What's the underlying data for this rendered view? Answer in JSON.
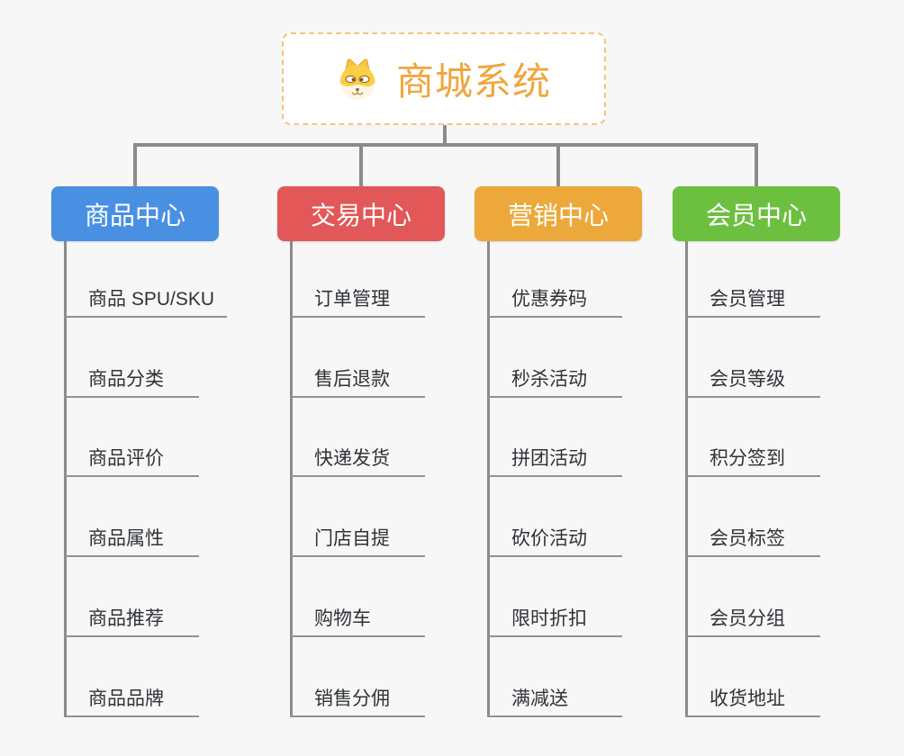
{
  "root": {
    "title": "商城系统",
    "icon": "shiba-dog-icon"
  },
  "branches": [
    {
      "label": "商品中心",
      "color": "#4a90e2",
      "items": [
        "商品 SPU/SKU",
        "商品分类",
        "商品评价",
        "商品属性",
        "商品推荐",
        "商品品牌"
      ]
    },
    {
      "label": "交易中心",
      "color": "#e25757",
      "items": [
        "订单管理",
        "售后退款",
        "快递发货",
        "门店自提",
        "购物车",
        "销售分佣"
      ]
    },
    {
      "label": "营销中心",
      "color": "#eca83b",
      "items": [
        "优惠券码",
        "秒杀活动",
        "拼团活动",
        "砍价活动",
        "限时折扣",
        "满减送"
      ]
    },
    {
      "label": "会员中心",
      "color": "#6dbf40",
      "items": [
        "会员管理",
        "会员等级",
        "积分签到",
        "会员标签",
        "会员分组",
        "收货地址"
      ]
    }
  ],
  "colors": {
    "background": "#f7f7f7",
    "root_accent": "#f0a63d",
    "root_border": "#f5c47b",
    "connector": "#8b8b8b",
    "underline": "#929292",
    "item_text": "#2f3337",
    "node_text": "#ffffff"
  }
}
